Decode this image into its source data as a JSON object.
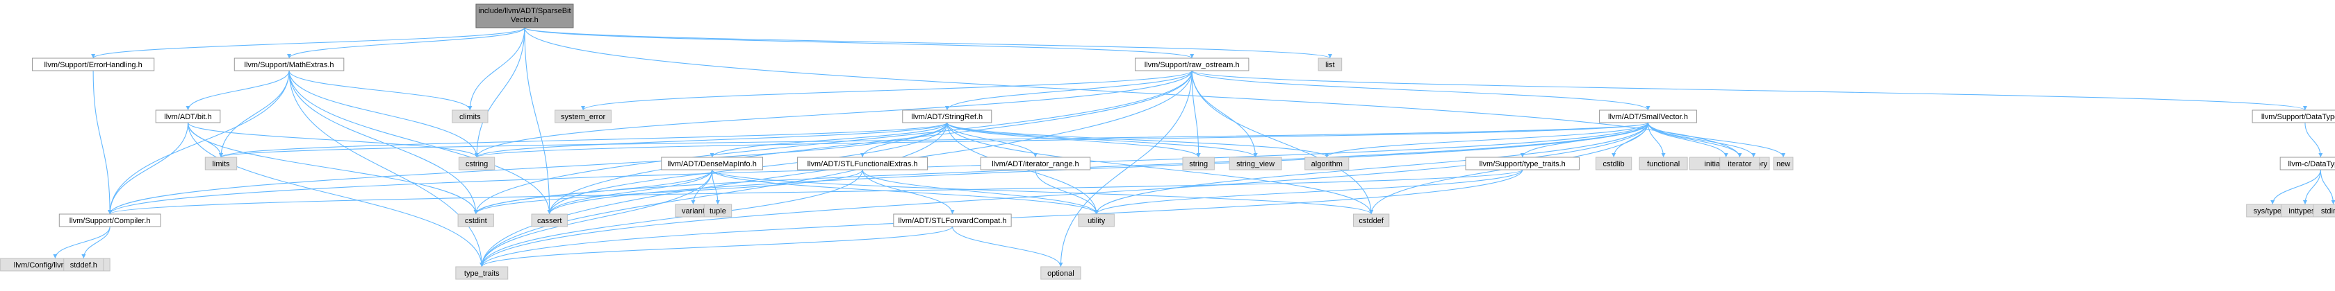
{
  "graph": {
    "title": "include/llvm/ADT/SparseBitVector.h",
    "root_label_lines": [
      "include/llvm/ADT/SparseBit",
      "Vector.h"
    ],
    "edge_color": "#63b8ff",
    "nodes": [
      {
        "id": "root",
        "label": "include/llvm/ADT/SparseBit\nVector.h",
        "kind": "root"
      },
      {
        "id": "errh",
        "label": "llvm/Support/ErrorHandling.h",
        "kind": "file"
      },
      {
        "id": "mathx",
        "label": "llvm/Support/MathExtras.h",
        "kind": "file"
      },
      {
        "id": "rawos",
        "label": "llvm/Support/raw_ostream.h",
        "kind": "file"
      },
      {
        "id": "list",
        "label": "list",
        "kind": "sys"
      },
      {
        "id": "climits",
        "label": "climits",
        "kind": "sys"
      },
      {
        "id": "cstring",
        "label": "cstring",
        "kind": "sys"
      },
      {
        "id": "bit",
        "label": "llvm/ADT/bit.h",
        "kind": "file"
      },
      {
        "id": "limits",
        "label": "limits",
        "kind": "sys"
      },
      {
        "id": "compiler",
        "label": "llvm/Support/Compiler.h",
        "kind": "file"
      },
      {
        "id": "cfg",
        "label": "llvm/Config/llvm-config.h",
        "kind": "sys"
      },
      {
        "id": "stddef",
        "label": "stddef.h",
        "kind": "sys"
      },
      {
        "id": "typetraits",
        "label": "type_traits",
        "kind": "sys"
      },
      {
        "id": "cstdint",
        "label": "cstdint",
        "kind": "sys"
      },
      {
        "id": "cassert",
        "label": "cassert",
        "kind": "sys"
      },
      {
        "id": "syserr",
        "label": "system_error",
        "kind": "sys"
      },
      {
        "id": "stringref",
        "label": "llvm/ADT/StringRef.h",
        "kind": "file"
      },
      {
        "id": "smallvec",
        "label": "llvm/ADT/SmallVector.h",
        "kind": "file"
      },
      {
        "id": "datatypes",
        "label": "llvm/Support/DataTypes.h",
        "kind": "file"
      },
      {
        "id": "cdatatypes",
        "label": "llvm-c/DataTypes.h",
        "kind": "file"
      },
      {
        "id": "systypes",
        "label": "sys/types.h",
        "kind": "sys"
      },
      {
        "id": "inttypes",
        "label": "inttypes.h",
        "kind": "sys"
      },
      {
        "id": "stdint",
        "label": "stdint.h",
        "kind": "sys"
      },
      {
        "id": "densemap",
        "label": "llvm/ADT/DenseMapInfo.h",
        "kind": "file"
      },
      {
        "id": "variant",
        "label": "variant",
        "kind": "sys"
      },
      {
        "id": "tuple",
        "label": "tuple",
        "kind": "sys"
      },
      {
        "id": "stlfunc",
        "label": "llvm/ADT/STLFunctionalExtras.h",
        "kind": "file"
      },
      {
        "id": "itrange",
        "label": "llvm/ADT/iterator_range.h",
        "kind": "file"
      },
      {
        "id": "stlfwd",
        "label": "llvm/ADT/STLForwardCompat.h",
        "kind": "file"
      },
      {
        "id": "optional",
        "label": "optional",
        "kind": "sys"
      },
      {
        "id": "utility",
        "label": "utility",
        "kind": "sys"
      },
      {
        "id": "string",
        "label": "string",
        "kind": "sys"
      },
      {
        "id": "stringview",
        "label": "string_view",
        "kind": "sys"
      },
      {
        "id": "algorithm",
        "label": "algorithm",
        "kind": "sys"
      },
      {
        "id": "cstddef",
        "label": "cstddef",
        "kind": "sys"
      },
      {
        "id": "typetraits_h",
        "label": "llvm/Support/type_traits.h",
        "kind": "file"
      },
      {
        "id": "cstdlib",
        "label": "cstdlib",
        "kind": "sys"
      },
      {
        "id": "functional",
        "label": "functional",
        "kind": "sys"
      },
      {
        "id": "initlist",
        "label": "initializer_list",
        "kind": "sys"
      },
      {
        "id": "memory",
        "label": "memory",
        "kind": "sys"
      },
      {
        "id": "new",
        "label": "new",
        "kind": "sys"
      },
      {
        "id": "iterator",
        "label": "iterator",
        "kind": "sys"
      }
    ],
    "edges": [
      [
        "root",
        "errh"
      ],
      [
        "root",
        "mathx"
      ],
      [
        "root",
        "rawos"
      ],
      [
        "root",
        "list"
      ],
      [
        "root",
        "climits"
      ],
      [
        "root",
        "cstring"
      ],
      [
        "root",
        "cassert"
      ],
      [
        "root",
        "iterator"
      ],
      [
        "errh",
        "compiler"
      ],
      [
        "mathx",
        "bit"
      ],
      [
        "mathx",
        "compiler"
      ],
      [
        "mathx",
        "cassert"
      ],
      [
        "mathx",
        "climits"
      ],
      [
        "mathx",
        "cstdint"
      ],
      [
        "mathx",
        "cstring"
      ],
      [
        "mathx",
        "limits"
      ],
      [
        "mathx",
        "typetraits"
      ],
      [
        "bit",
        "compiler"
      ],
      [
        "bit",
        "cstdint"
      ],
      [
        "bit",
        "cstring"
      ],
      [
        "bit",
        "limits"
      ],
      [
        "bit",
        "typetraits"
      ],
      [
        "compiler",
        "cfg"
      ],
      [
        "compiler",
        "stddef"
      ],
      [
        "rawos",
        "stringref"
      ],
      [
        "rawos",
        "smallvec"
      ],
      [
        "rawos",
        "datatypes"
      ],
      [
        "rawos",
        "cassert"
      ],
      [
        "rawos",
        "cstddef"
      ],
      [
        "rawos",
        "cstdint"
      ],
      [
        "rawos",
        "cstring"
      ],
      [
        "rawos",
        "optional"
      ],
      [
        "rawos",
        "string"
      ],
      [
        "rawos",
        "stringview"
      ],
      [
        "rawos",
        "syserr"
      ],
      [
        "rawos",
        "typetraits"
      ],
      [
        "datatypes",
        "cdatatypes"
      ],
      [
        "cdatatypes",
        "systypes"
      ],
      [
        "cdatatypes",
        "inttypes"
      ],
      [
        "cdatatypes",
        "stdint"
      ],
      [
        "stringref",
        "densemap"
      ],
      [
        "stringref",
        "stlfunc"
      ],
      [
        "stringref",
        "itrange"
      ],
      [
        "stringref",
        "compiler"
      ],
      [
        "stringref",
        "algorithm"
      ],
      [
        "stringref",
        "cassert"
      ],
      [
        "stringref",
        "cstddef"
      ],
      [
        "stringref",
        "cstring"
      ],
      [
        "stringref",
        "limits"
      ],
      [
        "stringref",
        "string"
      ],
      [
        "stringref",
        "stringview"
      ],
      [
        "stringref",
        "typetraits"
      ],
      [
        "stringref",
        "utility"
      ],
      [
        "densemap",
        "cassert"
      ],
      [
        "densemap",
        "cstddef"
      ],
      [
        "densemap",
        "cstdint"
      ],
      [
        "densemap",
        "tuple"
      ],
      [
        "densemap",
        "typetraits"
      ],
      [
        "densemap",
        "utility"
      ],
      [
        "densemap",
        "variant"
      ],
      [
        "stlfunc",
        "stlfwd"
      ],
      [
        "stlfunc",
        "cstdint"
      ],
      [
        "stlfunc",
        "typetraits"
      ],
      [
        "stlfunc",
        "utility"
      ],
      [
        "stlfwd",
        "optional"
      ],
      [
        "stlfwd",
        "typetraits"
      ],
      [
        "itrange",
        "utility"
      ],
      [
        "smallvec",
        "compiler"
      ],
      [
        "smallvec",
        "typetraits_h"
      ],
      [
        "smallvec",
        "algorithm"
      ],
      [
        "smallvec",
        "cassert"
      ],
      [
        "smallvec",
        "cstddef"
      ],
      [
        "smallvec",
        "cstdlib"
      ],
      [
        "smallvec",
        "cstring"
      ],
      [
        "smallvec",
        "functional"
      ],
      [
        "smallvec",
        "initlist"
      ],
      [
        "smallvec",
        "iterator"
      ],
      [
        "smallvec",
        "limits"
      ],
      [
        "smallvec",
        "memory"
      ],
      [
        "smallvec",
        "new"
      ],
      [
        "smallvec",
        "typetraits"
      ],
      [
        "smallvec",
        "utility"
      ],
      [
        "smallvec",
        "cstdint"
      ],
      [
        "typetraits_h",
        "compiler"
      ],
      [
        "typetraits_h",
        "typetraits"
      ],
      [
        "typetraits_h",
        "utility"
      ]
    ]
  }
}
